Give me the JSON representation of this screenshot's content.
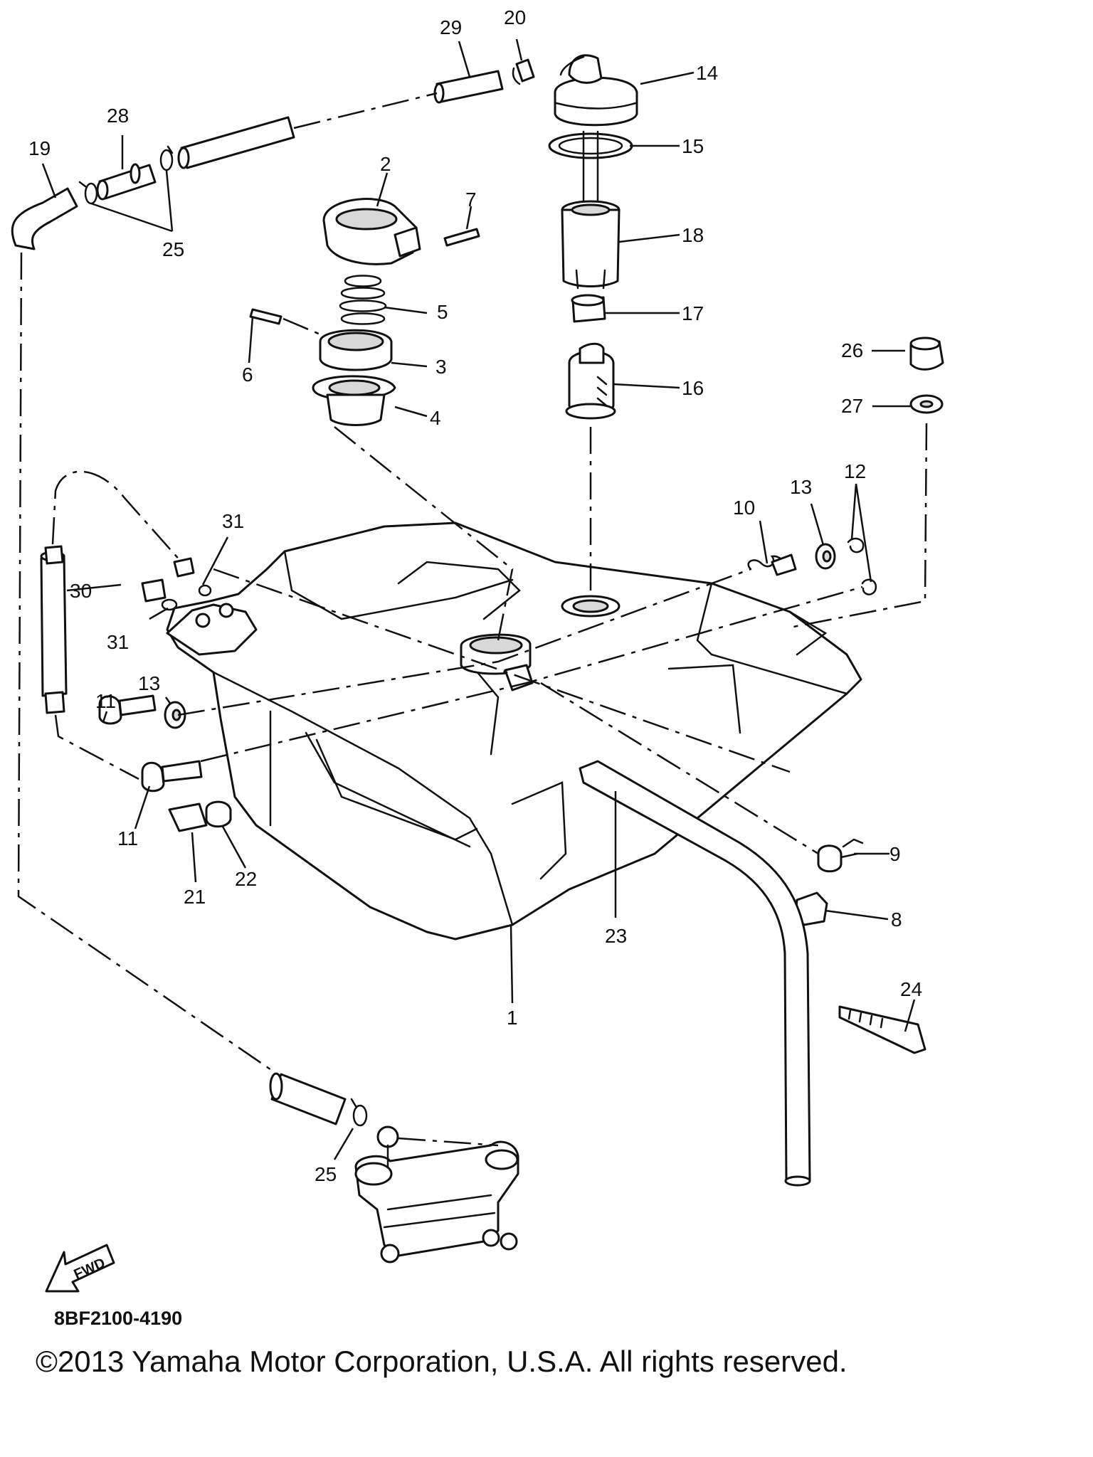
{
  "diagram": {
    "code": "8BF2100-4190",
    "copyright": "©2013 Yamaha Motor Corporation, U.S.A. All rights reserved.",
    "fwd_label": "FWD"
  },
  "callouts": {
    "c1": "1",
    "c2": "2",
    "c3": "3",
    "c4": "4",
    "c5": "5",
    "c6": "6",
    "c7": "7",
    "c8": "8",
    "c9": "9",
    "c10": "10",
    "c11a": "11",
    "c11b": "11",
    "c12": "12",
    "c13a": "13",
    "c13b": "13",
    "c14": "14",
    "c15": "15",
    "c16": "16",
    "c17": "17",
    "c18": "18",
    "c19": "19",
    "c20": "20",
    "c21": "21",
    "c22": "22",
    "c23": "23",
    "c24": "24",
    "c25a": "25",
    "c25b": "25",
    "c26": "26",
    "c27": "27",
    "c28": "28",
    "c29": "29",
    "c30": "30",
    "c31a": "31",
    "c31b": "31"
  }
}
